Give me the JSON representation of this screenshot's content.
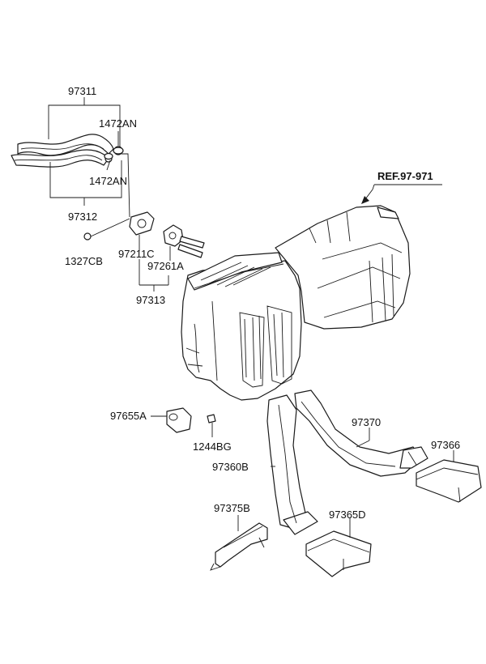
{
  "labels": {
    "p97311": "97311",
    "p1472an_top": "1472AN",
    "p1472an_mid": "1472AN",
    "p97312": "97312",
    "p1327cb": "1327CB",
    "p97211c": "97211C",
    "p97261a": "97261A",
    "p97313": "97313",
    "ref": "REF.97-971",
    "p97655a": "97655A",
    "p1244bg": "1244BG",
    "p97370": "97370",
    "p97366": "97366",
    "p97360b": "97360B",
    "p97375b": "97375B",
    "p97365d": "97365D"
  },
  "colors": {
    "line": "#1a1a1a",
    "background": "#ffffff"
  }
}
